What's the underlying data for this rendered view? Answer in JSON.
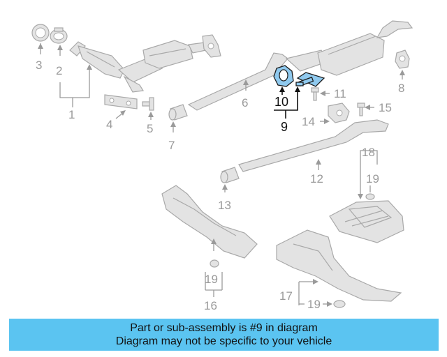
{
  "callouts": {
    "c1": "1",
    "c2": "2",
    "c3": "3",
    "c4": "4",
    "c5": "5",
    "c6": "6",
    "c7": "7",
    "c8": "8",
    "c9": "9",
    "c10": "10",
    "c11": "11",
    "c12": "12",
    "c13": "13",
    "c14": "14",
    "c15": "15",
    "c16": "16",
    "c17": "17",
    "c18": "18",
    "c19a": "19",
    "c19b": "19",
    "c19c": "19"
  },
  "highlight_color": "#8fc9ee",
  "banner": {
    "line1": "Part or sub-assembly is #9 in diagram",
    "line2": "Diagram may not be specific to your vehicle",
    "color": "#5bc4f1"
  }
}
